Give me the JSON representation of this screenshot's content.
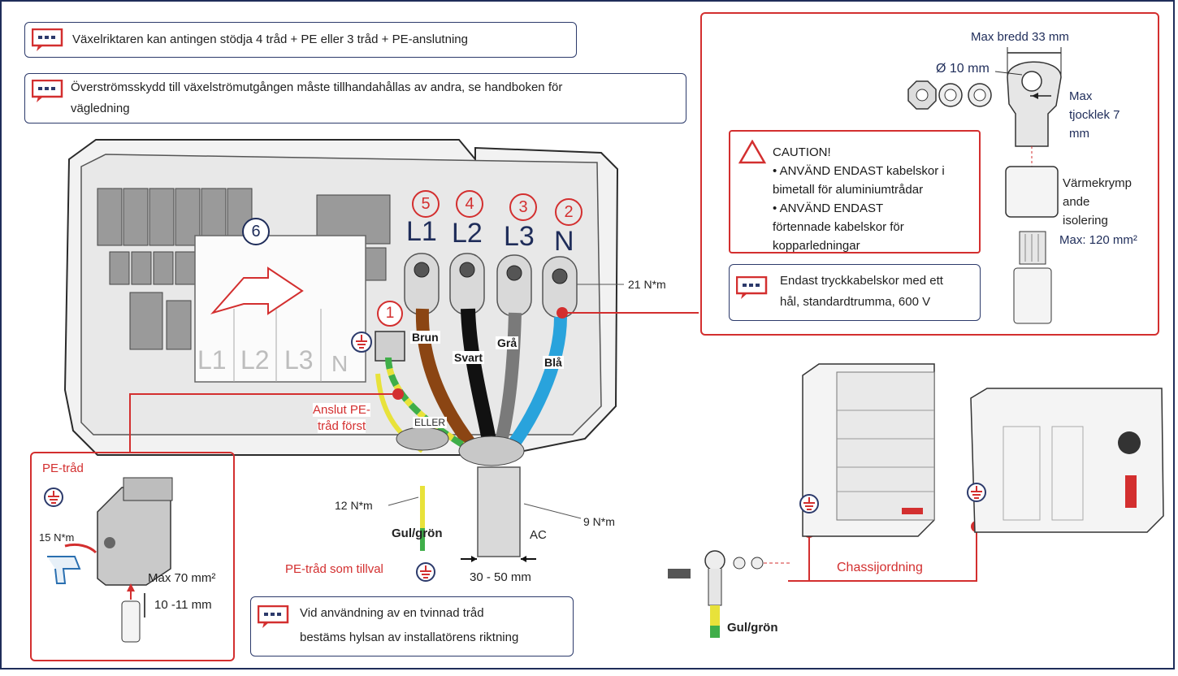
{
  "notes": {
    "wiring_support": "Växelriktaren kan antingen stödja 4 tråd + PE eller 3 tråd + PE-anslutning",
    "overcurrent_line1": "Överströmsskydd till växelströmutgången måste tillhandahållas av andra, se handboken för",
    "overcurrent_line2": "vägledning",
    "pressure_lug_line1": "Endast tryckkabelskor med ett",
    "pressure_lug_line2": "hål, standardtrumma, 600 V",
    "stranded_line1": "Vid användning av en tvinnad tråd",
    "stranded_line2": "bestäms hylsan av installatörens riktning"
  },
  "caution": {
    "title": "CAUTION!",
    "line1": "• ANVÄND ENDAST kabelskor i",
    "line2": "bimetall för aluminiumtrådar",
    "line3": "• ANVÄND ENDAST",
    "line4": "förtennade kabelskor för",
    "line5": "kopparledningar"
  },
  "lug_specs": {
    "max_width": "Max bredd 33 mm",
    "hole_diameter": "Ø 10 mm",
    "max_thickness_line1": "Max",
    "max_thickness_line2": "tjocklek 7",
    "max_thickness_line3": "mm",
    "heat_shrink_line1": "Värmekrymp",
    "heat_shrink_line2": "ande",
    "heat_shrink_line3": "isolering",
    "max_area": "Max: 120 mm²"
  },
  "terminals": {
    "n5": "5",
    "l1": "L1",
    "n4": "4",
    "l2": "L2",
    "n3": "3",
    "l3": "L3",
    "n2": "2",
    "n": "N",
    "n6": "6",
    "n1": "1",
    "card_l1": "L1",
    "card_l2": "L2",
    "card_l3": "L3",
    "card_n": "N"
  },
  "wires": {
    "brown": "Brun",
    "black": "Svart",
    "grey": "Grå",
    "blue": "Blå",
    "or": "ELLER"
  },
  "torque": {
    "terminal": "21 N*m",
    "gland_left": "12 N*m",
    "gland_right": "9 N*m",
    "pe_block": "15 N*m"
  },
  "pe": {
    "connect_first_line1": "Anslut PE-",
    "connect_first_line2": "tråd först",
    "pe_wire": "PE-tråd",
    "optional": "PE-tråd som tillval",
    "gul_gron": "Gul/grön",
    "max_area": "Max 70 mm²",
    "strip": "10 -11 mm"
  },
  "cable": {
    "ac": "AC",
    "diameter": "30 - 50 mm"
  },
  "chassis": {
    "label": "Chassijordning",
    "gul_gron": "Gul/grön"
  },
  "colors": {
    "accent_red": "#d32f2f",
    "navy": "#1f2d5a",
    "brown": "#8b4513",
    "black": "#111111",
    "grey": "#7a7a7a",
    "blue": "#29a3dc",
    "yellow": "#e8e23a",
    "green": "#3fae49"
  }
}
